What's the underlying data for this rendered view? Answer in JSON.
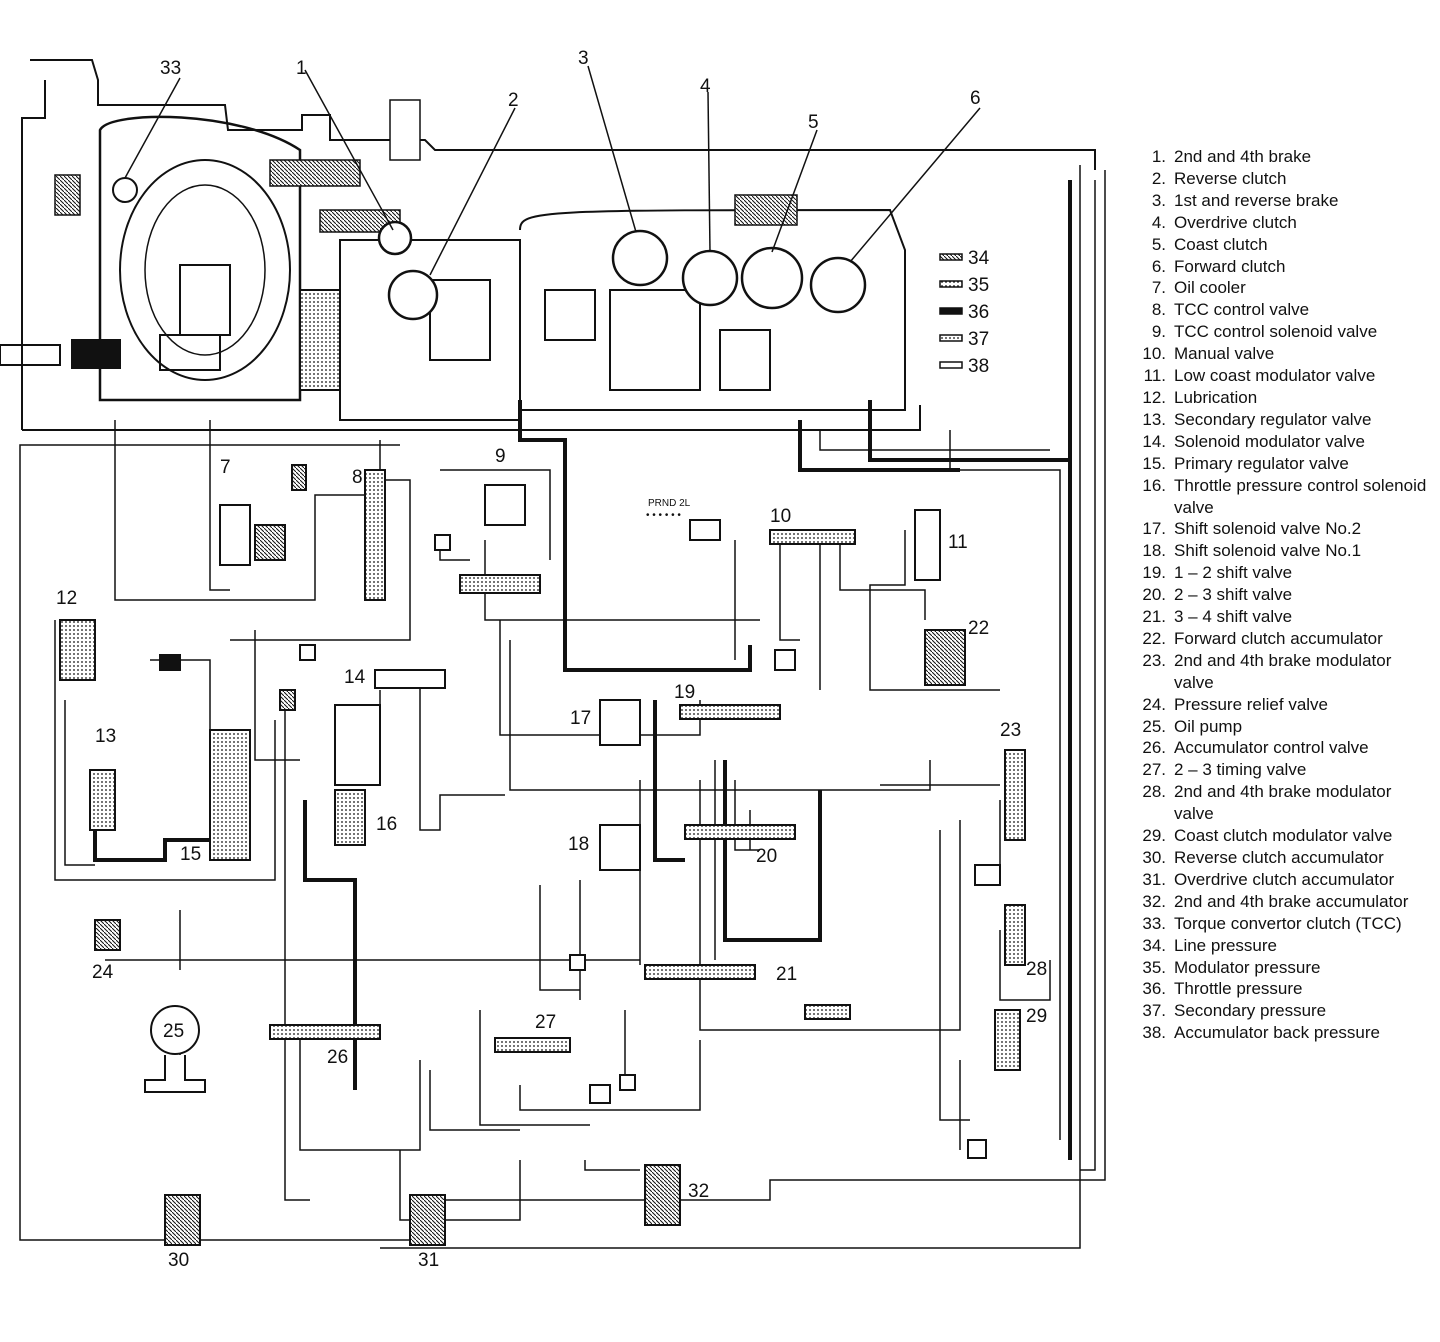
{
  "callouts": [
    "1",
    "2",
    "3",
    "4",
    "5",
    "6",
    "7",
    "8",
    "9",
    "10",
    "11",
    "12",
    "13",
    "14",
    "15",
    "16",
    "17",
    "18",
    "19",
    "20",
    "21",
    "22",
    "23",
    "24",
    "25",
    "26",
    "27",
    "28",
    "29",
    "30",
    "31",
    "32",
    "33",
    "34",
    "35",
    "36",
    "37",
    "38"
  ],
  "shift_indicator": "PRND 2L",
  "legend": [
    {
      "num": "1.",
      "text": "2nd and 4th brake"
    },
    {
      "num": "2.",
      "text": "Reverse clutch"
    },
    {
      "num": "3.",
      "text": "1st and reverse brake"
    },
    {
      "num": "4.",
      "text": "Overdrive clutch"
    },
    {
      "num": "5.",
      "text": "Coast clutch"
    },
    {
      "num": "6.",
      "text": "Forward clutch"
    },
    {
      "num": "7.",
      "text": "Oil cooler"
    },
    {
      "num": "8.",
      "text": "TCC control valve"
    },
    {
      "num": "9.",
      "text": "TCC control solenoid valve"
    },
    {
      "num": "10.",
      "text": "Manual valve"
    },
    {
      "num": "11.",
      "text": "Low coast modulator valve"
    },
    {
      "num": "12.",
      "text": "Lubrication"
    },
    {
      "num": "13.",
      "text": "Secondary regulator valve"
    },
    {
      "num": "14.",
      "text": "Solenoid modulator valve"
    },
    {
      "num": "15.",
      "text": "Primary regulator valve"
    },
    {
      "num": "16.",
      "text": "Throttle pressure control solenoid valve"
    },
    {
      "num": "17.",
      "text": "Shift solenoid valve No.2"
    },
    {
      "num": "18.",
      "text": "Shift solenoid valve No.1"
    },
    {
      "num": "19.",
      "text": "1 – 2 shift valve"
    },
    {
      "num": "20.",
      "text": "2 – 3 shift valve"
    },
    {
      "num": "21.",
      "text": "3 – 4 shift valve"
    },
    {
      "num": "22.",
      "text": "Forward clutch accumulator"
    },
    {
      "num": "23.",
      "text": "2nd and 4th brake modulator valve"
    },
    {
      "num": "24.",
      "text": "Pressure relief valve"
    },
    {
      "num": "25.",
      "text": "Oil pump"
    },
    {
      "num": "26.",
      "text": "Accumulator control valve"
    },
    {
      "num": "27.",
      "text": "2 – 3 timing valve"
    },
    {
      "num": "28.",
      "text": "2nd and 4th brake modulator valve"
    },
    {
      "num": "29.",
      "text": "Coast clutch modulator valve"
    },
    {
      "num": "30.",
      "text": "Reverse clutch accumulator"
    },
    {
      "num": "31.",
      "text": "Overdrive clutch accumulator"
    },
    {
      "num": "32.",
      "text": "2nd and 4th brake accumulator"
    },
    {
      "num": "33.",
      "text": "Torque convertor clutch (TCC)"
    },
    {
      "num": "34.",
      "text": "Line pressure"
    },
    {
      "num": "35.",
      "text": "Modulator pressure"
    },
    {
      "num": "36.",
      "text": "Throttle pressure"
    },
    {
      "num": "37.",
      "text": "Secondary pressure"
    },
    {
      "num": "38.",
      "text": "Accumulator back pressure"
    }
  ]
}
